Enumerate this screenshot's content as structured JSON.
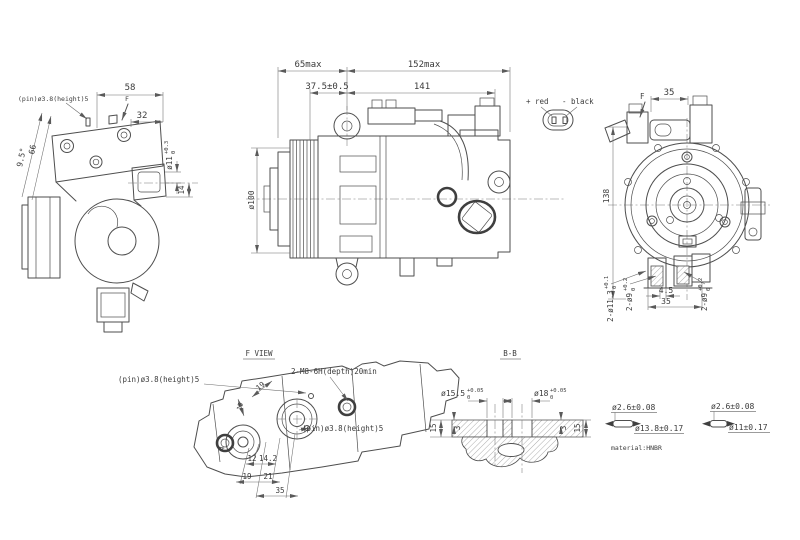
{
  "left_view": {
    "pin_label": "(pin)ø3.8(height)5",
    "dim_58": "58",
    "dim_32": "32",
    "angle": "9.5°",
    "dim_66": "66",
    "bore_main": "ø11",
    "bore_sup": "+0.3",
    "bore_sub": "0",
    "dim_14": "14",
    "view_letter": "F"
  },
  "center_view": {
    "dim_65": "65max",
    "dim_152": "152max",
    "dim_37_5": "37.5±0.5",
    "dim_141": "141",
    "pulley_dia": "ø100"
  },
  "connector": {
    "positive": "+ red",
    "negative": "- black"
  },
  "rear_view": {
    "view_letter": "F",
    "dim_35_top": "35",
    "dim_138": "138",
    "dim_4_5": "4.5",
    "dim_35_bottom": "35",
    "hole_left_main": "2-ø11.3",
    "hole_left_sup": "+0.1",
    "hole_left_sub": "0",
    "hole_mid_main": "2-ø9",
    "hole_mid_sup": "+0.2",
    "hole_mid_sub": "0",
    "hole_right_main": "2-ø9",
    "hole_right_sup": "+0.2",
    "hole_right_sub": "0"
  },
  "f_view": {
    "title": "F VIEW",
    "pin_label_left": "(pin)ø3.8(height)5",
    "thread_label": "2-M8-6H(depth)20min",
    "pin_label_right": "(pin)ø3.8(height)5",
    "dim_19_upper": "19",
    "dim_15": "15",
    "dim_4": "4",
    "dim_12": "12",
    "dim_14_2": "14.2",
    "dim_19": "19",
    "dim_21": "21",
    "dim_35": "35"
  },
  "section_bb": {
    "title": "B-B",
    "bore_small_main": "ø15.5",
    "bore_small_sup": "+0.05",
    "bore_small_sub": "0",
    "bore_large_main": "ø18",
    "bore_large_sup": "+0.05",
    "bore_large_sub": "0",
    "dim_15_left": "15",
    "dim_3_left": "3",
    "dim_3_right": "3",
    "dim_15_right": "15"
  },
  "orings": {
    "large_cs": "ø2.6±0.08",
    "large_id": "ø13.8±0.17",
    "material": "material:HNBR",
    "small_cs": "ø2.6±0.08",
    "small_id": "ø11±0.17"
  }
}
